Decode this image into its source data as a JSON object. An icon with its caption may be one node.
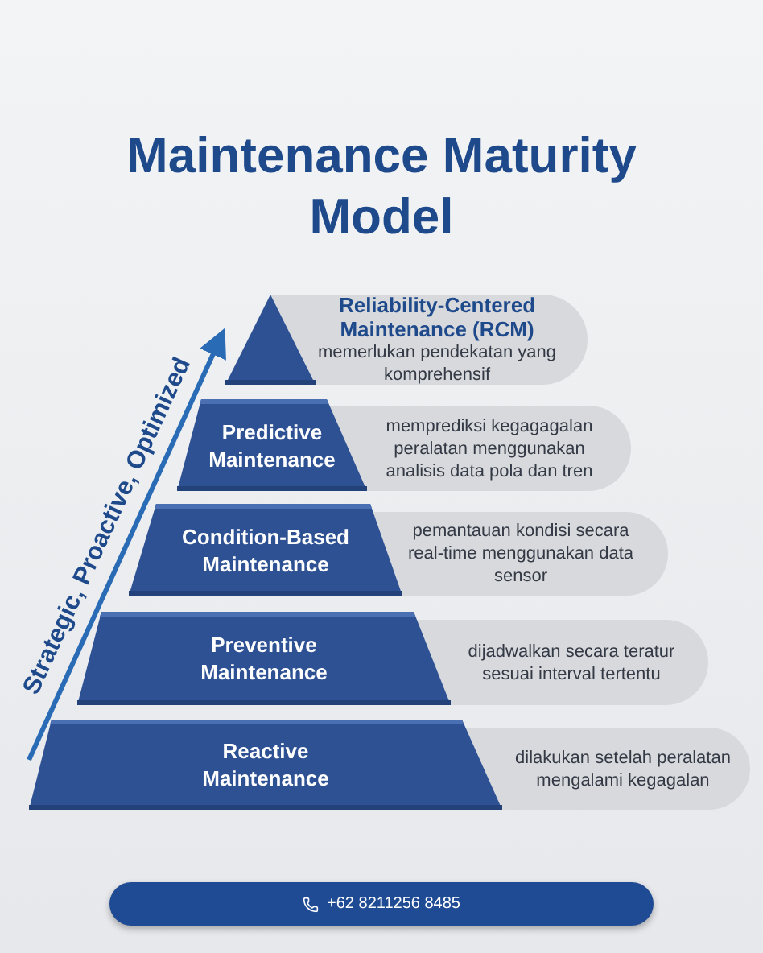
{
  "diagram": {
    "title": "Maintenance Maturity Model",
    "nodes": [
      {
        "text": [],
        "shape": "triangle"
      },
      {
        "text": [
          "Reliability-Centered Maintenance (RCM)",
          "memerlukan pendekatan yang komprehensif"
        ]
      },
      {
        "text": [
          "Predictive Maintenance"
        ]
      },
      {
        "text": [
          "memprediksi kegagagalan peralatan menggunakan analisis data pola dan tren"
        ]
      },
      {
        "text": [
          "Condition-Based Maintenance"
        ]
      },
      {
        "text": [
          "pemantauan kondisi secara real-time menggunakan data sensor"
        ]
      },
      {
        "text": [
          "Preventive Maintenance"
        ]
      },
      {
        "text": [
          "dijadwalkan secara teratur sesuai interval tertentu"
        ]
      },
      {
        "text": [
          "Reactive Maintenance"
        ]
      },
      {
        "text": [
          "dilakukan setelah peralatan mengalami kegagalan"
        ]
      }
    ],
    "labels": [
      "Strategic, Proactive, Optimized",
      "+62 8211256 8485"
    ]
  }
}
